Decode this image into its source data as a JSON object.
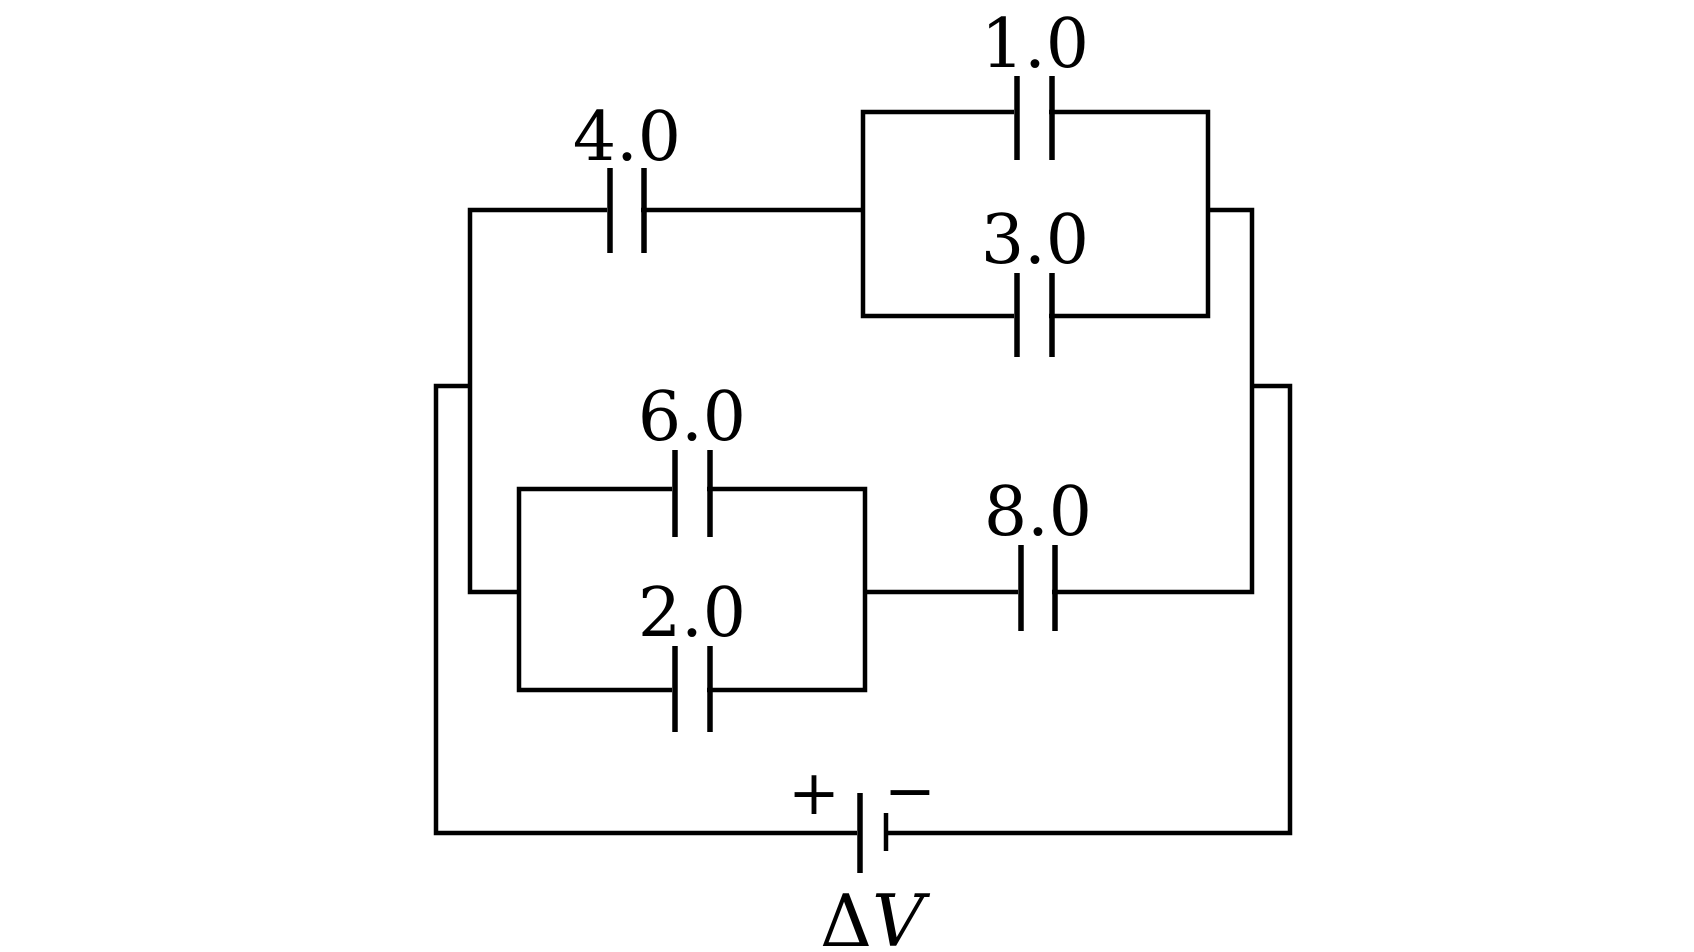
{
  "diagram": {
    "capacitors": {
      "c_top_parallel_upper": "1.0",
      "c_top_series": "4.0",
      "c_top_parallel_lower": "3.0",
      "c_bottom_parallel_upper": "6.0",
      "c_bottom_series": "8.0",
      "c_bottom_parallel_lower": "2.0"
    },
    "battery": {
      "plus": "+",
      "minus": "−",
      "delta": "Δ",
      "v": "V"
    },
    "colors": {
      "line": "#000000",
      "background": "#ffffff"
    }
  }
}
